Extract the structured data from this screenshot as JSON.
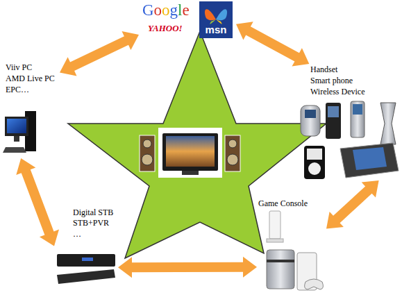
{
  "diagram": {
    "nodes": [
      {
        "text": [
          "Google",
          "YAHOO!",
          "msn"
        ]
      },
      {
        "text": [
          "Viiv PC",
          "AMD Live PC",
          "EPC…"
        ]
      },
      {
        "text": [
          "Handset",
          "Smart phone",
          "Wireless Device"
        ]
      },
      {
        "text": [
          "Digital STB",
          "STB+PVR",
          "…"
        ]
      },
      {
        "text": [
          "Game Console"
        ]
      }
    ],
    "edges": [
      {
        "from": 1,
        "to": 0,
        "arrow": "both"
      },
      {
        "from": 0,
        "to": 2,
        "arrow": "both"
      },
      {
        "from": 2,
        "to": 4,
        "arrow": "both"
      },
      {
        "from": 4,
        "to": 3,
        "arrow": "both"
      },
      {
        "from": 3,
        "to": 1,
        "arrow": "both"
      }
    ]
  }
}
